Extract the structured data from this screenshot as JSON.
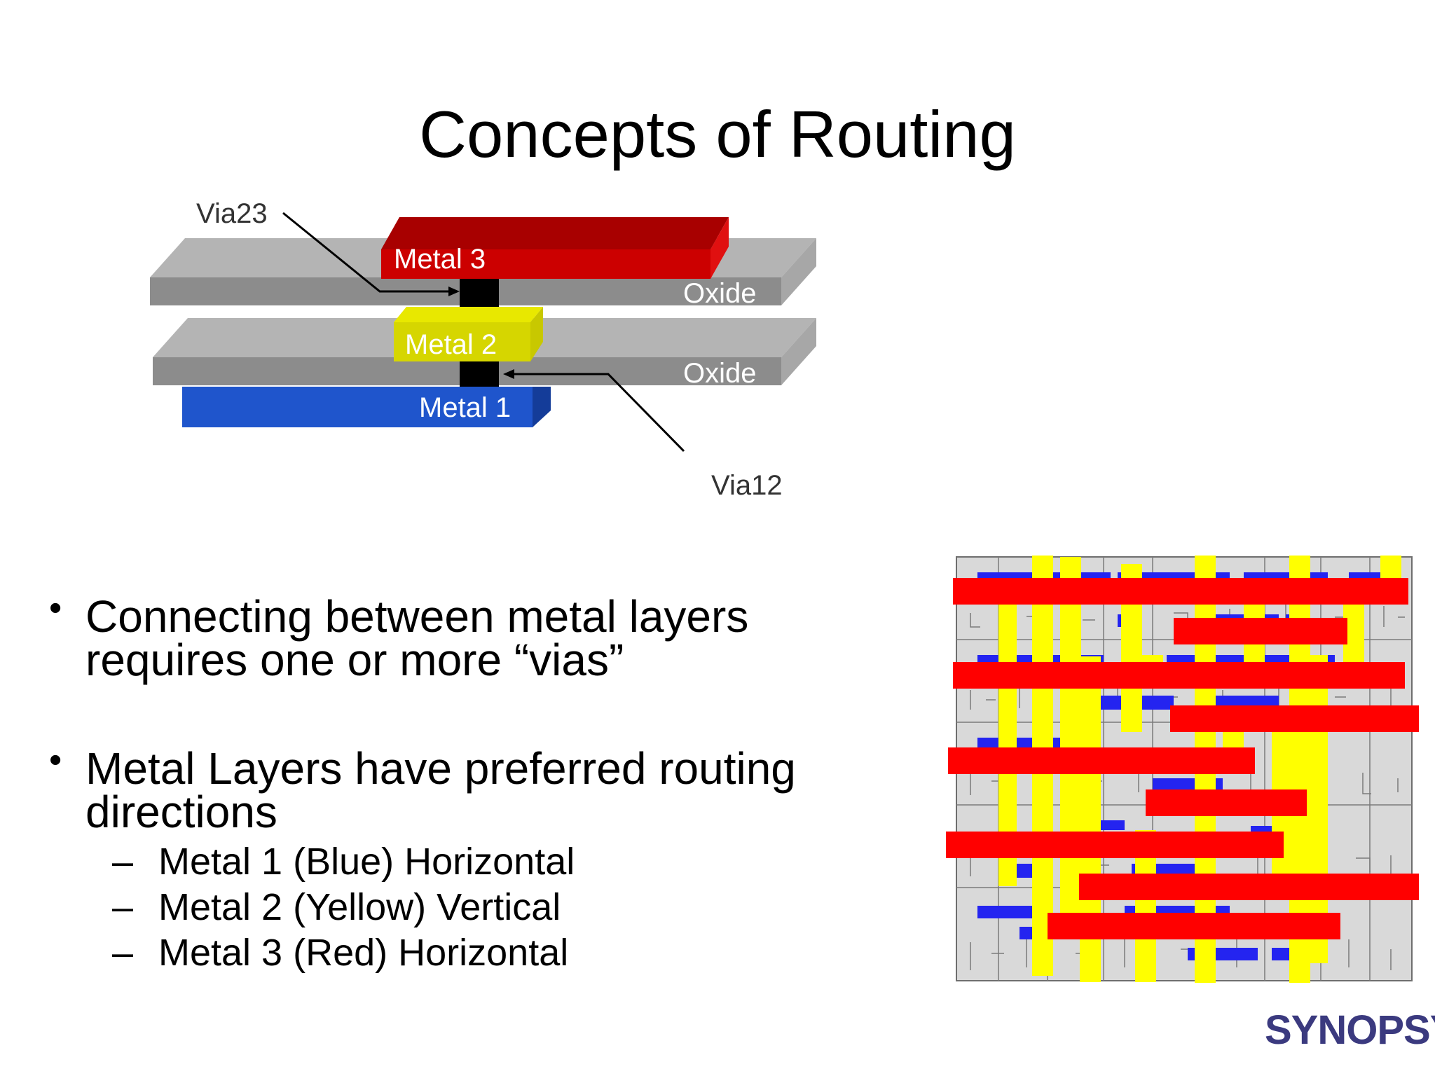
{
  "slide": {
    "title": "Concepts of Routing"
  },
  "stack": {
    "labels": {
      "metal3": "Metal 3",
      "metal2": "Metal 2",
      "metal1": "Metal 1",
      "oxide_top": "Oxide",
      "oxide_bottom": "Oxide",
      "via23": "Via23",
      "via12": "Via12"
    },
    "colors": {
      "metal1": "#1f55cc",
      "metal2": "#d6d600",
      "metal3": "#cc0000",
      "oxide": "#8c8c8c",
      "via": "#000000"
    }
  },
  "bullets": [
    {
      "lines": [
        "Connecting between metal layers",
        "requires one or more “vias”"
      ]
    },
    {
      "lines": [
        "Metal Layers have preferred routing",
        "directions"
      ]
    }
  ],
  "sub_bullets": [
    {
      "dash": "–",
      "text": "Metal 1 (Blue) Horizontal"
    },
    {
      "dash": "–",
      "text": "Metal 2 (Yellow) Vertical"
    },
    {
      "dash": "–",
      "text": "Metal 3 (Red) Horizontal"
    }
  ],
  "routing_colors": {
    "background": "#d9d9d9",
    "metal1": "#2424f0",
    "metal2": "#ffff00",
    "metal3": "#ff0000"
  },
  "logo": {
    "text": "SYNOPSYS",
    "mark": "®"
  }
}
